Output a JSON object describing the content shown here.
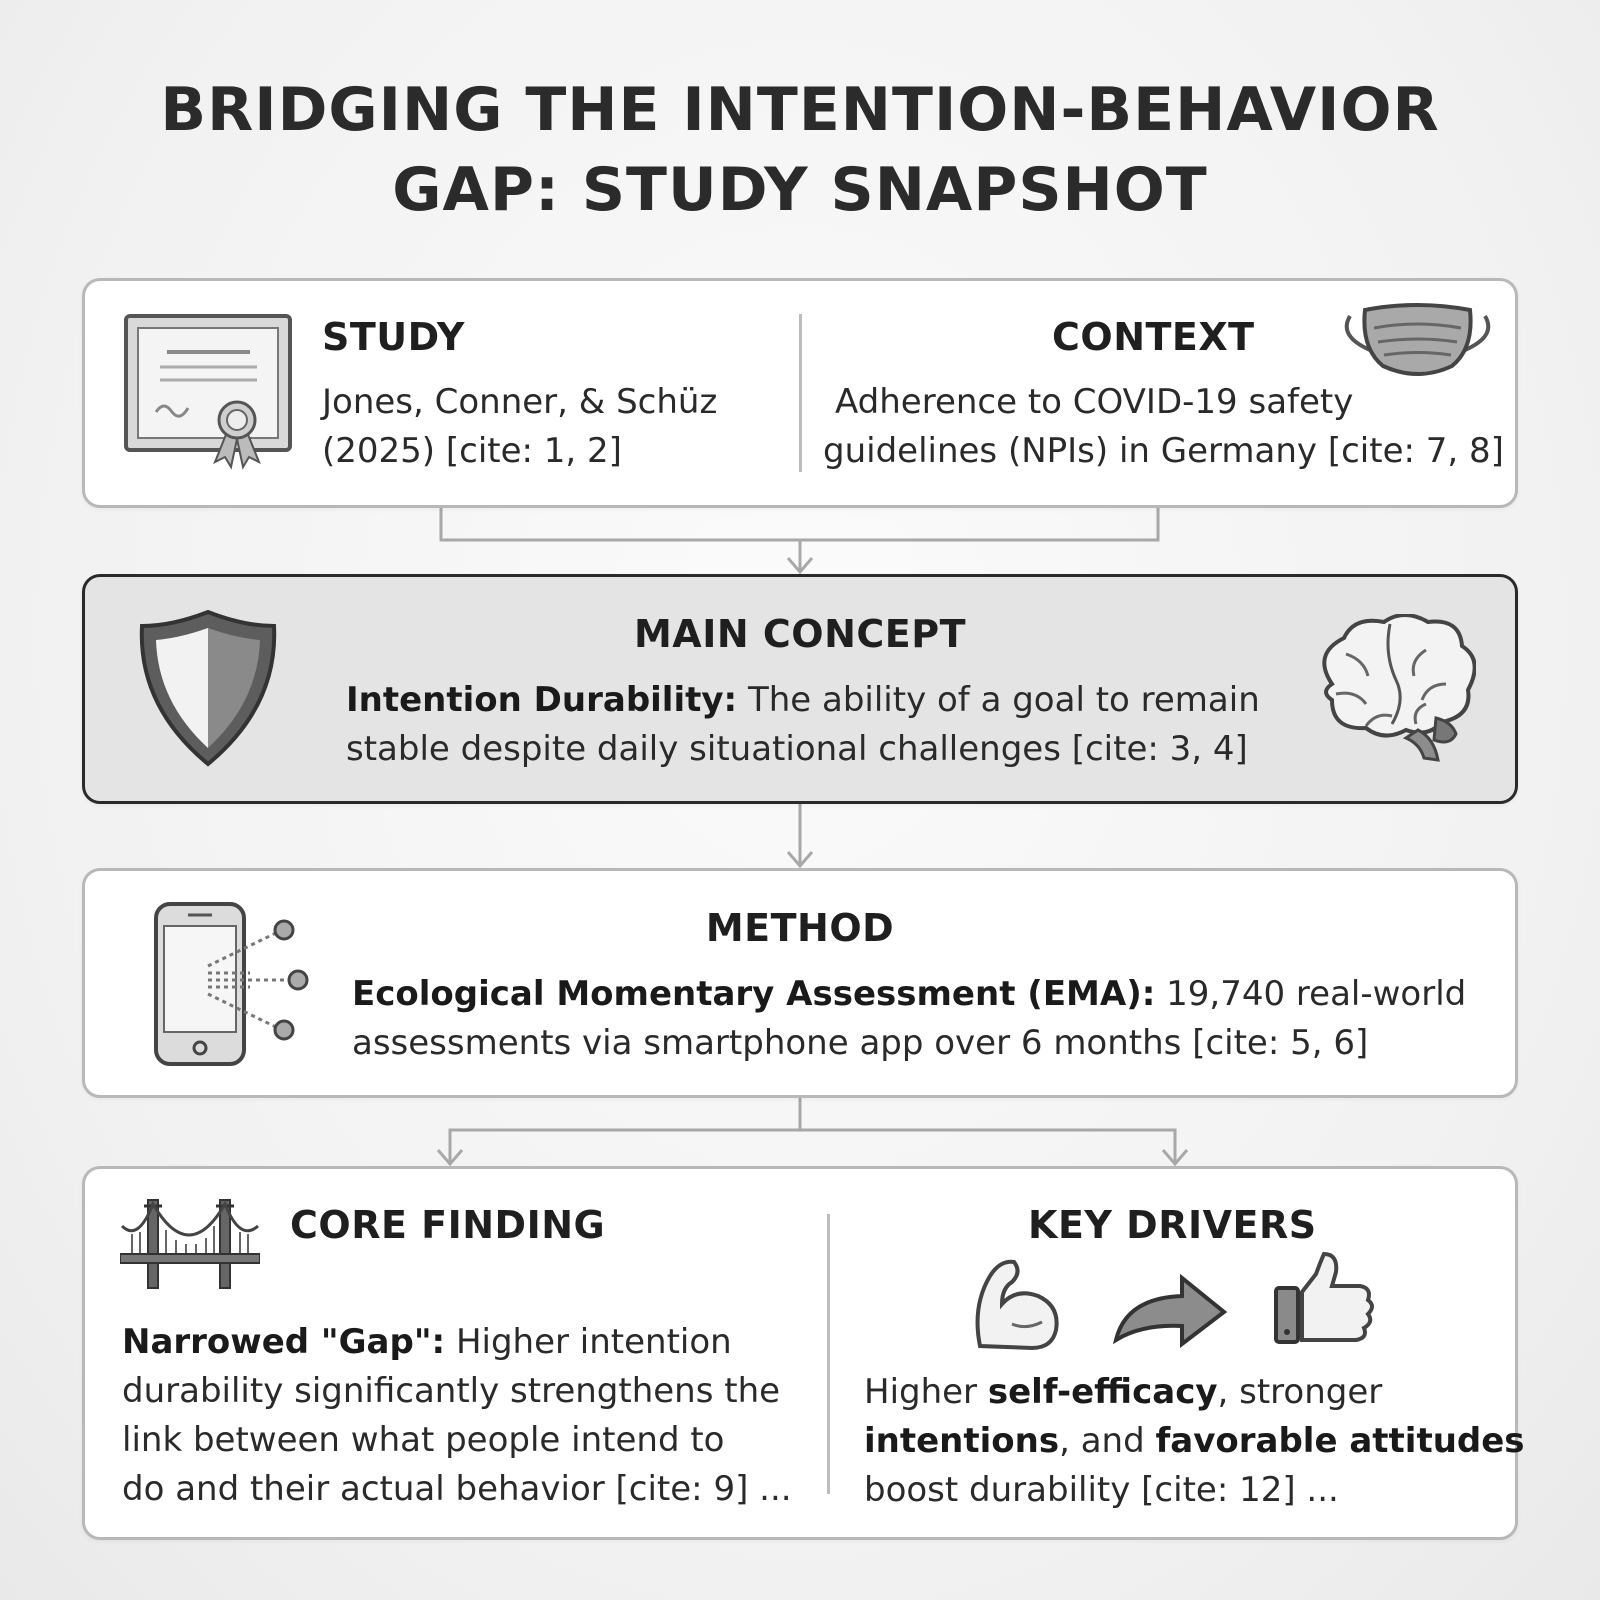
{
  "title": {
    "line1": "BRIDGING THE INTENTION-BEHAVIOR",
    "line2": "GAP: STUDY SNAPSHOT"
  },
  "study": {
    "heading": "STUDY",
    "line1": "Jones, Conner, & Schüz",
    "line2": "(2025) [cite: 1, 2]",
    "icon": "certificate-icon"
  },
  "context": {
    "heading": "CONTEXT",
    "line1": "Adherence to COVID-19 safety",
    "line2": "guidelines (NPIs) in Germany [cite: 7, 8]",
    "icon": "face-mask-icon"
  },
  "main_concept": {
    "heading": "MAIN CONCEPT",
    "term": "Intention Durability:",
    "line1_rest": " The ability of a goal to remain",
    "line2": "stable despite daily situational challenges [cite: 3, 4]",
    "icons": [
      "shield-icon",
      "brain-icon"
    ]
  },
  "method": {
    "heading": "METHOD",
    "term": "Ecological Momentary Assessment (EMA):",
    "line1_rest": " 19,740 real-world",
    "line2": "assessments via smartphone app over 6 months [cite: 5, 6]",
    "icon": "smartphone-icon"
  },
  "core_finding": {
    "heading": "CORE FINDING",
    "term": "Narrowed \"Gap\":",
    "line1_rest": " Higher intention",
    "line2": "durability significantly strengthens the",
    "line3": "link between what people intend to",
    "line4": "do and their actual behavior [cite: 9] ...",
    "icon": "bridge-icon"
  },
  "key_drivers": {
    "heading": "KEY DRIVERS",
    "l1_a": "Higher ",
    "l1_b": "self-efficacy",
    "l1_c": ", stronger",
    "l2_a": "intentions",
    "l2_b": ", and ",
    "l2_c": "favorable attitudes",
    "line3": "boost durability [cite: 12] ...",
    "icons": [
      "flexed-arm-icon",
      "arrow-icon",
      "thumbs-up-icon"
    ]
  }
}
